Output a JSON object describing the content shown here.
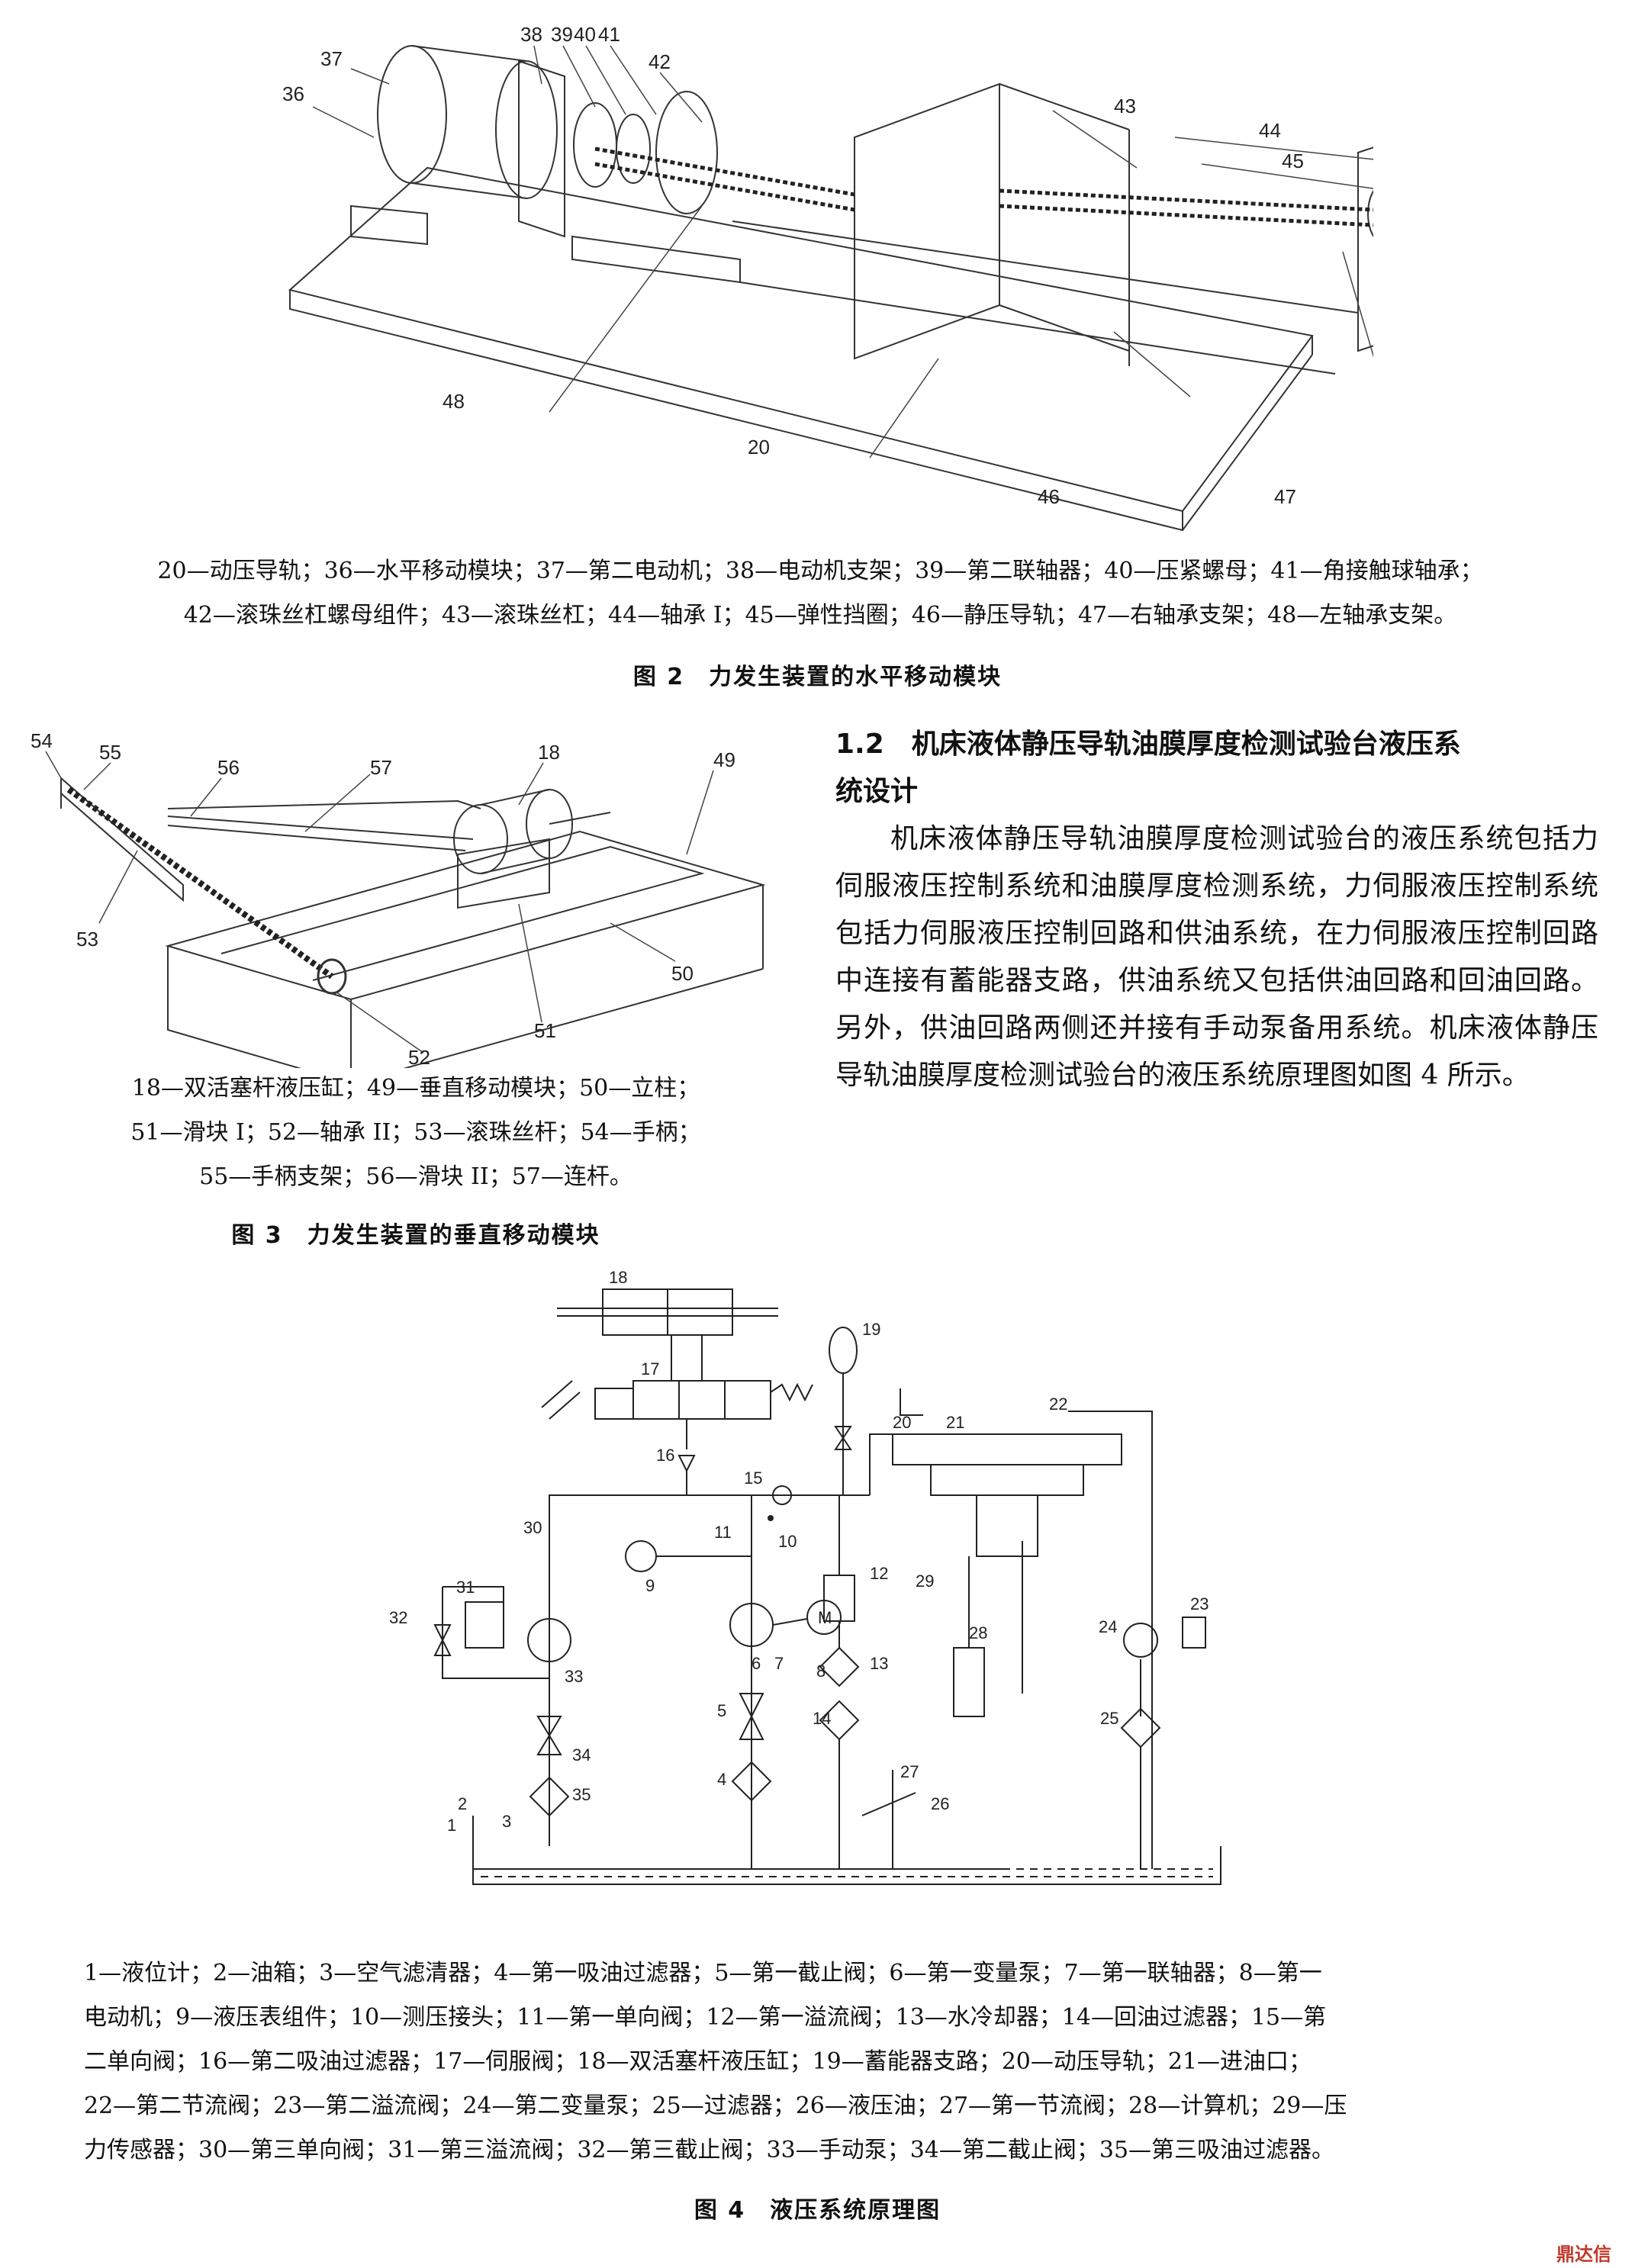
{
  "figure2": {
    "labels": [
      "36",
      "37",
      "38",
      "39",
      "40",
      "41",
      "42",
      "43",
      "44",
      "45",
      "46",
      "47",
      "48",
      "20"
    ],
    "legend_line1": "20—动压导轨；36—水平移动模块；37—第二电动机；38—电动机支架；39—第二联轴器；40—压紧螺母；41—角接触球轴承；",
    "legend_line2": "42—滚珠丝杠螺母组件；43—滚珠丝杠；44—轴承 I；45—弹性挡圈；46—静压导轨；47—右轴承支架；48—左轴承支架。",
    "caption": "图 2　力发生装置的水平移动模块"
  },
  "figure3": {
    "labels": [
      "54",
      "55",
      "56",
      "57",
      "18",
      "49",
      "53",
      "50",
      "51",
      "52"
    ],
    "legend_line1": "18—双活塞杆液压缸；49—垂直移动模块；50—立柱；",
    "legend_line2": "51—滑块 I；52—轴承 II；53—滚珠丝杆；54—手柄；",
    "legend_line3": "55—手柄支架；56—滑块 II；57—连杆。",
    "caption": "图 3　力发生装置的垂直移动模块"
  },
  "section": {
    "heading_line1": "1.2　机床液体静压导轨油膜厚度检测试验台液压系",
    "heading_line2": "统设计",
    "paragraph": "机床液体静压导轨油膜厚度检测试验台的液压系统包括力伺服液压控制系统和油膜厚度检测系统，力伺服液压控制系统包括力伺服液压控制回路和供油系统，在力伺服液压控制回路中连接有蓄能器支路，供油系统又包括供油回路和回油回路。另外，供油回路两侧还并接有手动泵备用系统。机床液体静压导轨油膜厚度检测试验台的液压系统原理图如图 4 所示。"
  },
  "figure4": {
    "labels": [
      "18",
      "17",
      "19",
      "16",
      "15",
      "20",
      "21",
      "22",
      "30",
      "11",
      "10",
      "12",
      "29",
      "31",
      "32",
      "9",
      "6",
      "7",
      "8",
      "13",
      "28",
      "24",
      "23",
      "33",
      "5",
      "14",
      "25",
      "34",
      "4",
      "35",
      "27",
      "26",
      "2",
      "1",
      "3"
    ],
    "legend_line1": "1—液位计；2—油箱；3—空气滤清器；4—第一吸油过滤器；5—第一截止阀；6—第一变量泵；7—第一联轴器；8—第一",
    "legend_line2": "电动机；9—液压表组件；10—测压接头；11—第一单向阀；12—第一溢流阀；13—水冷却器；14—回油过滤器；15—第",
    "legend_line3": "二单向阀；16—第二吸油过滤器；17—伺服阀；18—双活塞杆液压缸；19—蓄能器支路；20—动压导轨；21—进油口；",
    "legend_line4": "22—第二节流阀；23—第二溢流阀；24—第二变量泵；25—过滤器；26—液压油；27—第一节流阀；28—计算机；29—压",
    "legend_line5": "力传感器；30—第三单向阀；31—第三溢流阀；32—第三截止阀；33—手动泵；34—第二截止阀；35—第三吸油过滤器。",
    "motor_symbol": "M",
    "caption": "图 4　液压系统原理图"
  },
  "watermark": "鼎达信"
}
